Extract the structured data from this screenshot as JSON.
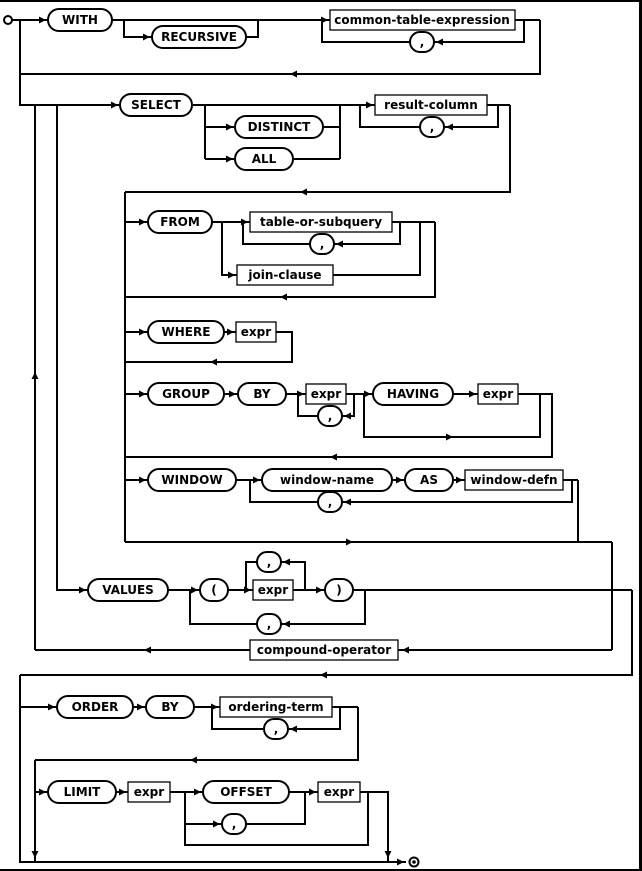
{
  "diagram": {
    "kind": "railroad-syntax-diagram",
    "statement": "select-stmt",
    "colors": {
      "wire": "#000000",
      "node_fill": "#ffffff",
      "text": "#000000",
      "background": "#ffffff"
    },
    "tokens": {
      "with": "WITH",
      "recursive": "RECURSIVE",
      "common_table_expression": "common-table-expression",
      "comma": ",",
      "select": "SELECT",
      "distinct": "DISTINCT",
      "all": "ALL",
      "result_column": "result-column",
      "from": "FROM",
      "table_or_subquery": "table-or-subquery",
      "join_clause": "join-clause",
      "where": "WHERE",
      "expr": "expr",
      "group": "GROUP",
      "by": "BY",
      "having": "HAVING",
      "window": "WINDOW",
      "window_name": "window-name",
      "as": "AS",
      "window_defn": "window-defn",
      "values": "VALUES",
      "open_paren": "(",
      "close_paren": ")",
      "compound_operator": "compound-operator",
      "order": "ORDER",
      "ordering_term": "ordering-term",
      "limit": "LIMIT",
      "offset": "OFFSET"
    }
  }
}
